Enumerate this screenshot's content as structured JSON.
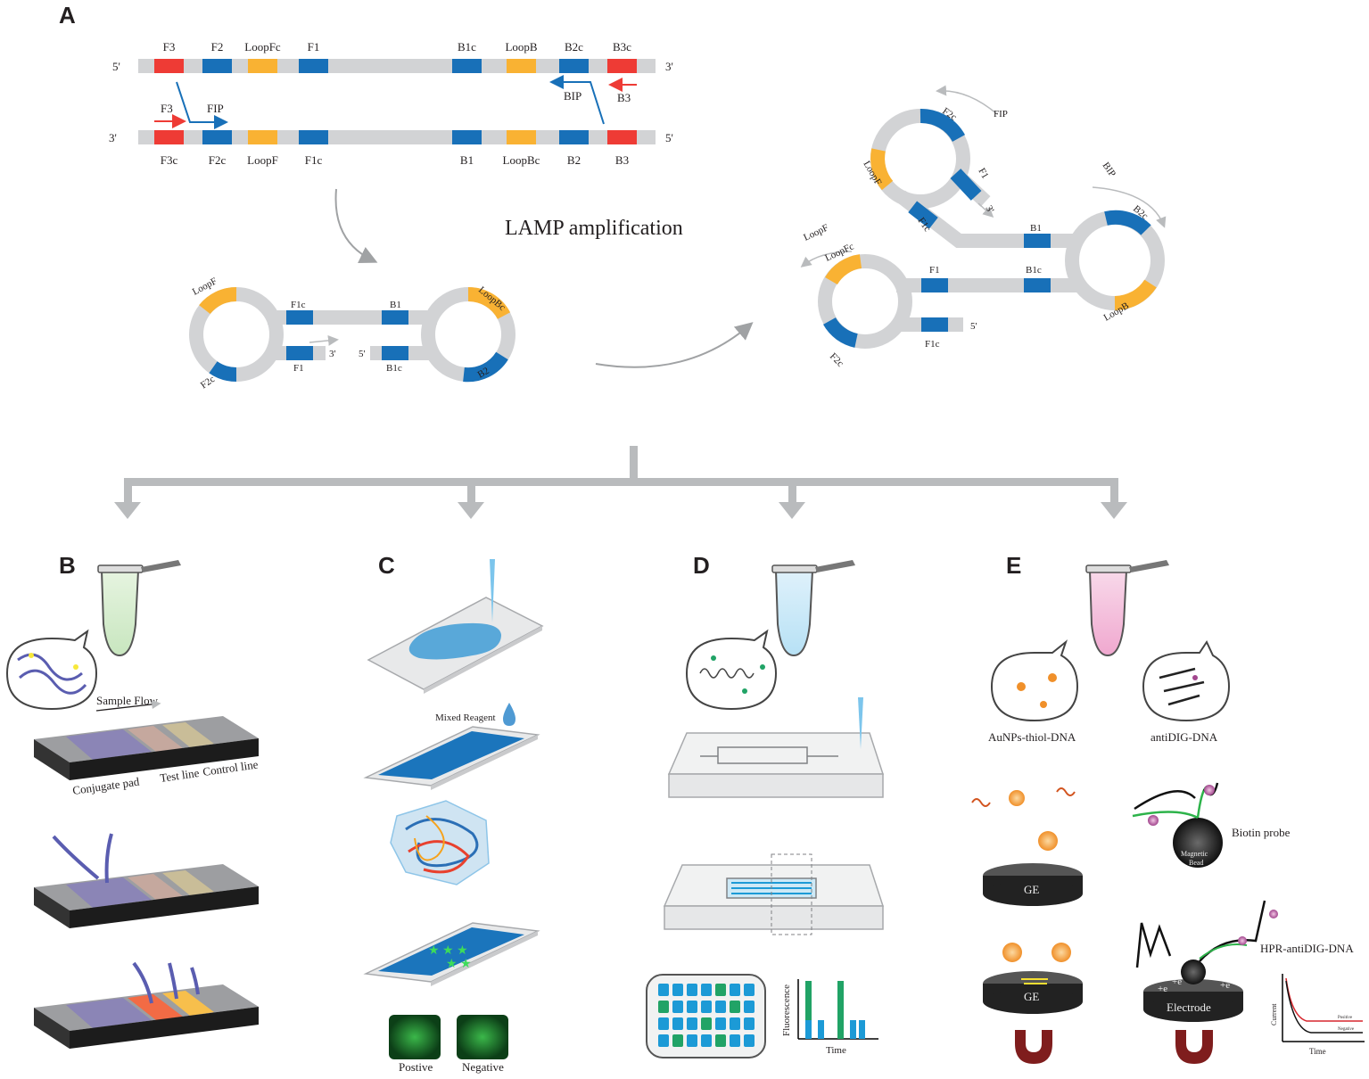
{
  "panels": {
    "a": "A",
    "b": "B",
    "c": "C",
    "d": "D",
    "e": "E"
  },
  "colors": {
    "red": "#ee3b35",
    "blue": "#1870b8",
    "orange": "#f9b233",
    "gray": "#d2d3d5",
    "arrow_gray": "#b9bbbd"
  },
  "panel_a": {
    "end_top_left": "5'",
    "end_top_right": "3'",
    "end_bottom_left": "3'",
    "end_bottom_right": "5'",
    "top_regions": [
      "F3",
      "F2",
      "LoopFc",
      "F1",
      "B1c",
      "LoopB",
      "B2c",
      "B3c"
    ],
    "bottom_regions": [
      "F3c",
      "F2c",
      "LoopF",
      "F1c",
      "B1",
      "LoopBc",
      "B2",
      "B3"
    ],
    "primers": {
      "f3": "F3",
      "fip": "FIP",
      "bip": "BIP",
      "b3": "B3"
    },
    "title": "LAMP amplification",
    "dumbbell": {
      "loop_f": "LoopF",
      "f2c": "F2c",
      "f1c": "F1c",
      "b1": "B1",
      "f1": "F1",
      "end_3": "3'",
      "end_5": "5'",
      "b1c": "B1c",
      "loop_bc": "LoopBc",
      "b2": "B2"
    },
    "product": {
      "f2c_top": "F2c",
      "fip": "FIP",
      "loop_f_top": "LoopF",
      "f1": "F1",
      "end_3": "3'",
      "f1c_top": "F1c",
      "b1": "B1",
      "bip": "BIP",
      "b2c": "B2c",
      "loop_f_label": "LoopF",
      "loop_fc": "LoopFc",
      "f1_mid": "F1",
      "b1c": "B1c",
      "f2c_bottom": "F2c",
      "f1c_bottom": "F1c",
      "end_5": "5'",
      "loop_b": "LoopB"
    }
  },
  "panel_b": {
    "sample_flow": "Sample Flow",
    "conjugate_pad": "Conjugate pad",
    "test_line": "Test line",
    "control_line": "Control line"
  },
  "panel_c": {
    "mixed_reagent": "Mixed Reagent",
    "positive": "Postive",
    "negative": "Negative"
  },
  "panel_d": {
    "ylabel": "Fluorescence",
    "xlabel": "Time"
  },
  "panel_e": {
    "aunps": "AuNPs-thiol-DNA",
    "antidig": "antiDIG-DNA",
    "ge": "GE",
    "biotin_probe": "Biotin probe",
    "magnetic": "Magnetic",
    "bead": "Bead",
    "hpr": "HPR-antiDIG-DNA",
    "electrode": "Electrode",
    "current": "Current",
    "time": "Time",
    "positive": "Positive",
    "negative": "Negative",
    "charge": "+e"
  }
}
